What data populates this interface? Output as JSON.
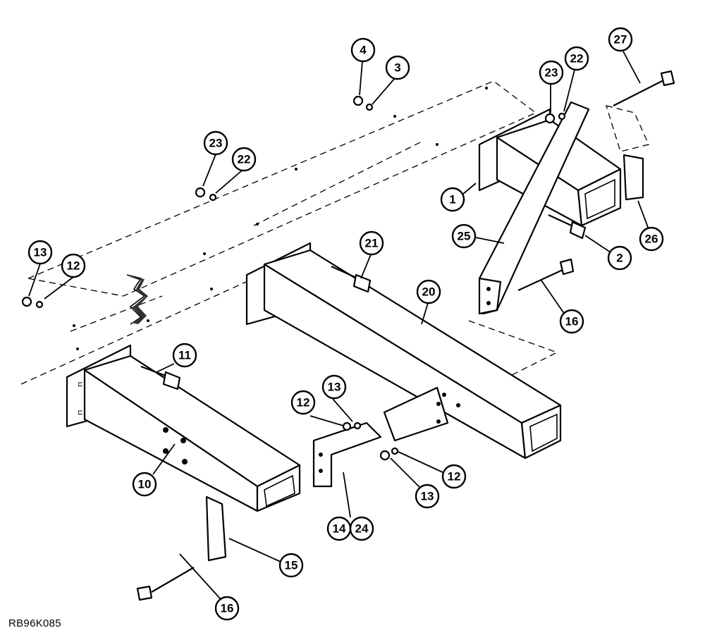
{
  "figure_code": "RB96K085",
  "callouts": [
    {
      "id": "c27",
      "label": "27"
    },
    {
      "id": "c22a",
      "label": "22"
    },
    {
      "id": "c23a",
      "label": "23"
    },
    {
      "id": "c4",
      "label": "4"
    },
    {
      "id": "c3",
      "label": "3"
    },
    {
      "id": "c23b",
      "label": "23"
    },
    {
      "id": "c22b",
      "label": "22"
    },
    {
      "id": "c1",
      "label": "1"
    },
    {
      "id": "c26",
      "label": "26"
    },
    {
      "id": "c25",
      "label": "25"
    },
    {
      "id": "c2",
      "label": "2"
    },
    {
      "id": "c13a",
      "label": "13"
    },
    {
      "id": "c12a",
      "label": "12"
    },
    {
      "id": "c21",
      "label": "21"
    },
    {
      "id": "c20",
      "label": "20"
    },
    {
      "id": "c16a",
      "label": "16"
    },
    {
      "id": "c11",
      "label": "11"
    },
    {
      "id": "c12b",
      "label": "12"
    },
    {
      "id": "c13b",
      "label": "13"
    },
    {
      "id": "c10",
      "label": "10"
    },
    {
      "id": "c12c",
      "label": "12"
    },
    {
      "id": "c13c",
      "label": "13"
    },
    {
      "id": "c14",
      "label": "14"
    },
    {
      "id": "c24",
      "label": "24"
    },
    {
      "id": "c15",
      "label": "15"
    },
    {
      "id": "c16b",
      "label": "16"
    }
  ]
}
